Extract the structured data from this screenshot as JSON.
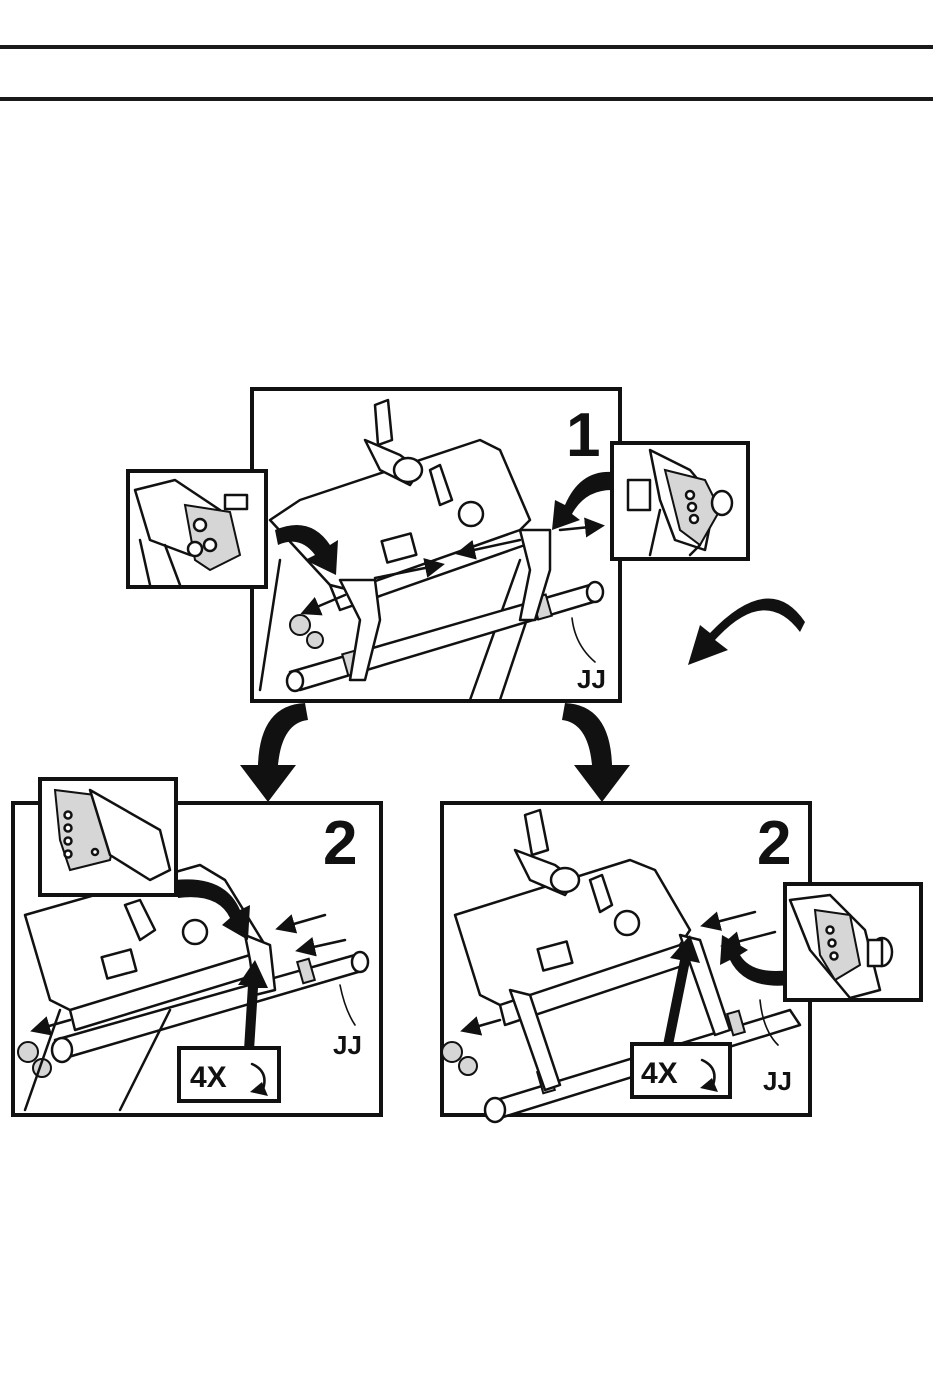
{
  "header": {},
  "figure": {
    "panel_1": {
      "step": "1",
      "callout": "JJ"
    },
    "panel_2_left": {
      "step": "2",
      "callout": "JJ",
      "turns": "4X"
    },
    "panel_2_right": {
      "step": "2",
      "callout": "JJ",
      "turns": "4X"
    }
  },
  "colors": {
    "ink": "#111111",
    "background": "#ffffff",
    "shade": "#d6d6d6"
  }
}
